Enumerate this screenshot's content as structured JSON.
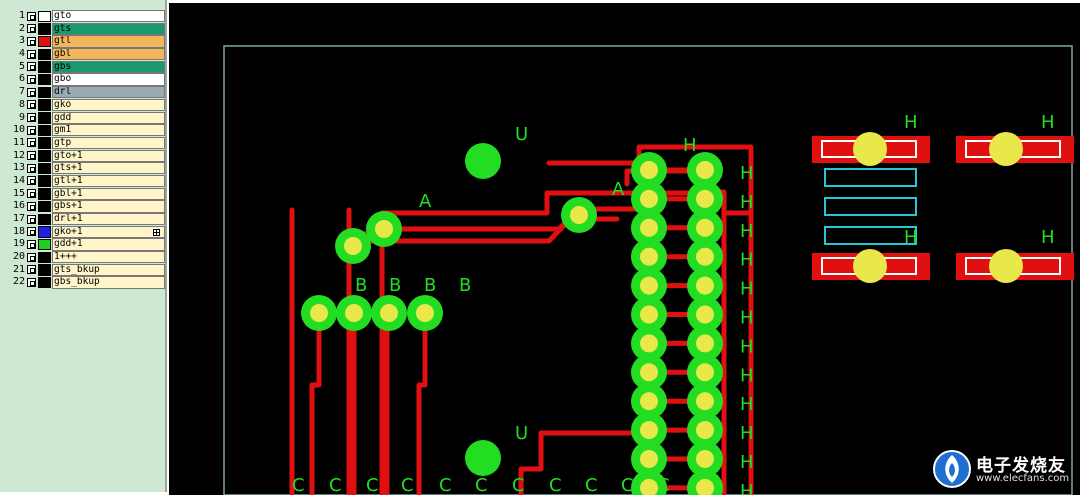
{
  "layers": [
    {
      "num": "1",
      "name": "gto",
      "color": "#ffffff",
      "bg": "#ffffff"
    },
    {
      "num": "2",
      "name": "gts",
      "color": "#000000",
      "bg": "#1a9a6c"
    },
    {
      "num": "3",
      "name": "gtl",
      "color": "#e01010",
      "bg": "#f4b65a"
    },
    {
      "num": "4",
      "name": "gbl",
      "color": "#000000",
      "bg": "#f4b65a"
    },
    {
      "num": "5",
      "name": "gbs",
      "color": "#000000",
      "bg": "#1a9a6c"
    },
    {
      "num": "6",
      "name": "gbo",
      "color": "#000000",
      "bg": "#ffffff"
    },
    {
      "num": "7",
      "name": "drl",
      "color": "#000000",
      "bg": "#9aaab4"
    },
    {
      "num": "8",
      "name": "gko",
      "color": "#000000",
      "bg": "#fff5c8"
    },
    {
      "num": "9",
      "name": "gdd",
      "color": "#000000",
      "bg": "#fff5c8"
    },
    {
      "num": "10",
      "name": "gm1",
      "color": "#000000",
      "bg": "#fff5c8"
    },
    {
      "num": "11",
      "name": "gtp",
      "color": "#000000",
      "bg": "#fff5c8"
    },
    {
      "num": "12",
      "name": "gto+1",
      "color": "#000000",
      "bg": "#fff5c8"
    },
    {
      "num": "13",
      "name": "gts+1",
      "color": "#000000",
      "bg": "#fff5c8"
    },
    {
      "num": "14",
      "name": "gtl+1",
      "color": "#000000",
      "bg": "#fff5c8"
    },
    {
      "num": "15",
      "name": "gbl+1",
      "color": "#000000",
      "bg": "#fff5c8"
    },
    {
      "num": "16",
      "name": "gbs+1",
      "color": "#000000",
      "bg": "#fff5c8"
    },
    {
      "num": "17",
      "name": "drl+1",
      "color": "#000000",
      "bg": "#fff5c8"
    },
    {
      "num": "18",
      "name": "gko+1",
      "color": "#2020e0",
      "bg": "#fff5c8",
      "expand": true
    },
    {
      "num": "19",
      "name": "gdd+1",
      "color": "#20d020",
      "bg": "#fff5c8"
    },
    {
      "num": "20",
      "name": "1+++",
      "color": "#000000",
      "bg": "#fff5c8"
    },
    {
      "num": "21",
      "name": "gts_bkup",
      "color": "#000000",
      "bg": "#fff5c8"
    },
    {
      "num": "22",
      "name": "gbs_bkup",
      "color": "#000000",
      "bg": "#fff5c8"
    }
  ],
  "canvas": {
    "background": "#000000",
    "trace_color": "#e01010",
    "pad_color": "#22dd22",
    "drill_color": "#e8e84a",
    "label_color": "#22dd22",
    "outline_color": "#7fa5a5",
    "pad_outline_color": "#22c8d8"
  },
  "labels": {
    "u1": "U",
    "u2": "U",
    "a1": "A",
    "a2": "A",
    "b": "B",
    "h": "H",
    "c": "C"
  },
  "watermark": {
    "text": "电子发烧友",
    "url": "www.elecfans.com"
  }
}
